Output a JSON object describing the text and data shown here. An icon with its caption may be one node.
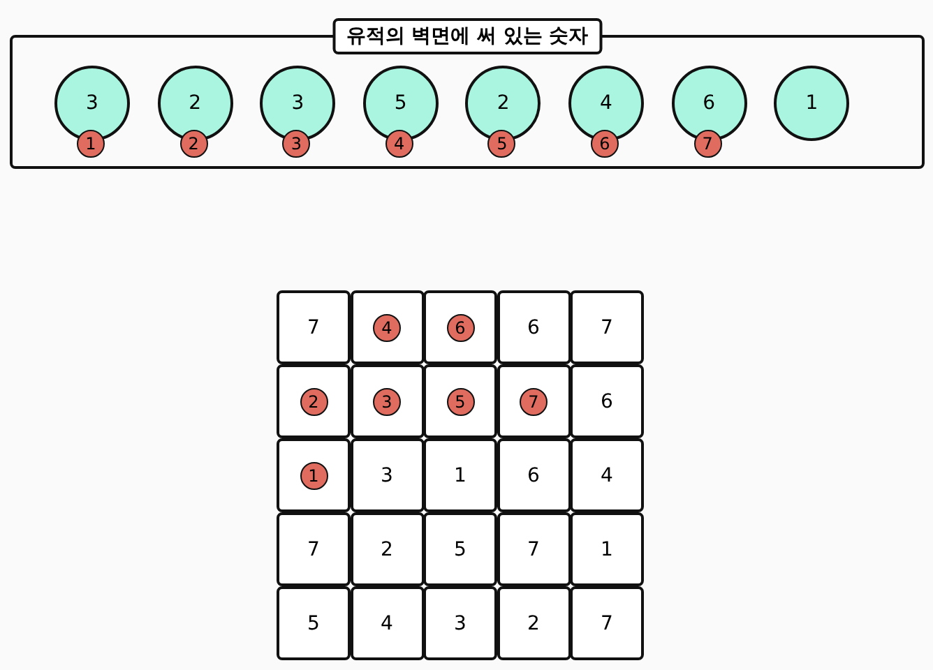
{
  "diagram": {
    "nodes": [
      {
        "text": [
          "유적의 벽면에 써 있는 숫자"
        ]
      },
      {
        "text": [
          "3"
        ],
        "in": 0
      },
      {
        "text": [
          "1"
        ],
        "in": 0
      },
      {
        "text": [
          "2"
        ],
        "in": 0
      },
      {
        "text": [
          "2"
        ],
        "in": 0
      },
      {
        "text": [
          "3"
        ],
        "in": 0
      },
      {
        "text": [
          "3"
        ],
        "in": 0
      },
      {
        "text": [
          "5"
        ],
        "in": 0
      },
      {
        "text": [
          "4"
        ],
        "in": 0
      },
      {
        "text": [
          "2"
        ],
        "in": 0
      },
      {
        "text": [
          "5"
        ],
        "in": 0
      },
      {
        "text": [
          "4"
        ],
        "in": 0
      },
      {
        "text": [
          "6"
        ],
        "in": 0
      },
      {
        "text": [
          "6"
        ],
        "in": 0
      },
      {
        "text": [
          "7"
        ],
        "in": 0
      },
      {
        "text": [
          "1"
        ],
        "in": 0
      },
      {
        "text": [
          "7"
        ]
      },
      {
        "text": [],
        "shape": "box"
      },
      {
        "text": [
          "4"
        ],
        "in": 17
      },
      {
        "text": [],
        "shape": "box"
      },
      {
        "text": [
          "6"
        ],
        "in": 19
      },
      {
        "text": [
          "6"
        ]
      },
      {
        "text": [
          "7"
        ]
      },
      {
        "text": [],
        "shape": "box"
      },
      {
        "text": [
          "2"
        ],
        "in": 23
      },
      {
        "text": [],
        "shape": "box"
      },
      {
        "text": [
          "3"
        ],
        "in": 25
      },
      {
        "text": [],
        "shape": "box"
      },
      {
        "text": [
          "5"
        ],
        "in": 27
      },
      {
        "text": [],
        "shape": "box"
      },
      {
        "text": [
          "7"
        ],
        "in": 29
      },
      {
        "text": [
          "6"
        ]
      },
      {
        "text": [],
        "shape": "box"
      },
      {
        "text": [
          "1"
        ],
        "in": 32
      },
      {
        "text": [
          "3"
        ]
      },
      {
        "text": [
          "1"
        ]
      },
      {
        "text": [
          "6"
        ]
      },
      {
        "text": [
          "4"
        ]
      },
      {
        "text": [
          "7"
        ]
      },
      {
        "text": [
          "2"
        ]
      },
      {
        "text": [
          "5"
        ]
      },
      {
        "text": [
          "7"
        ]
      },
      {
        "text": [
          "1"
        ]
      },
      {
        "text": [
          "5"
        ]
      },
      {
        "text": [
          "4"
        ]
      },
      {
        "text": [
          "3"
        ]
      },
      {
        "text": [
          "2"
        ]
      },
      {
        "text": [
          "7"
        ]
      }
    ]
  }
}
